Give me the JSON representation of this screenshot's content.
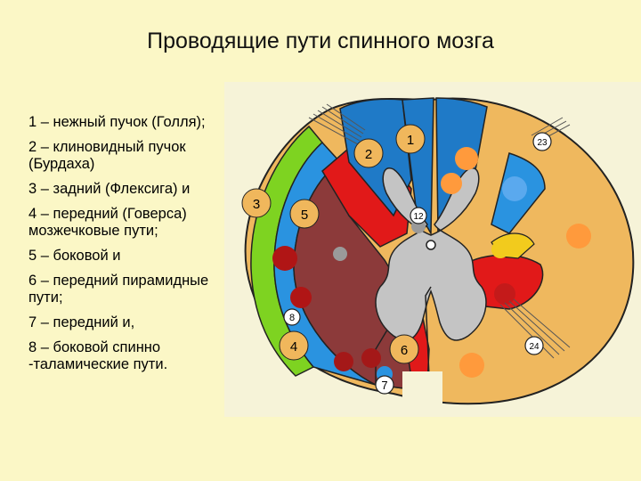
{
  "title": "Проводящие пути спинного мозга",
  "legend": [
    "1 – нежный пучок (Голля);",
    "2 – клиновидный пучок (Бурдаха)",
    "3 – задний (Флексига) и",
    "4 – передний (Говерса) мозжечковые пути;",
    "5 – боковой и",
    "6 – передний пирамидные пути;",
    "7 – передний и,",
    "8 – боковой спинно -таламические пути."
  ],
  "diagram_labels": {
    "n1": "1",
    "n2": "2",
    "n3": "3",
    "n4": "4",
    "n5": "5",
    "n6": "6",
    "n7": "7",
    "n8": "8",
    "n12": "12",
    "n23": "23",
    "n24": "24"
  },
  "colors": {
    "background": "#fbf7c6",
    "white_matter": "#efb85e",
    "gray_matter": "#c4c4c4",
    "fasciculus_gracilis": "#1f7ac7",
    "fasciculus_cuneatus": "#1f7ac7",
    "pyramidal": "#e11919",
    "cerebellar": "#8c3a3a",
    "gowers": "#2a93e0",
    "spinothalamic": "#8c3a3a",
    "green_band": "#7ed321",
    "yellow": "#f2cb1d",
    "orange_dot": "#ff9a3c",
    "light_blue_dot": "#5aa9ee"
  }
}
